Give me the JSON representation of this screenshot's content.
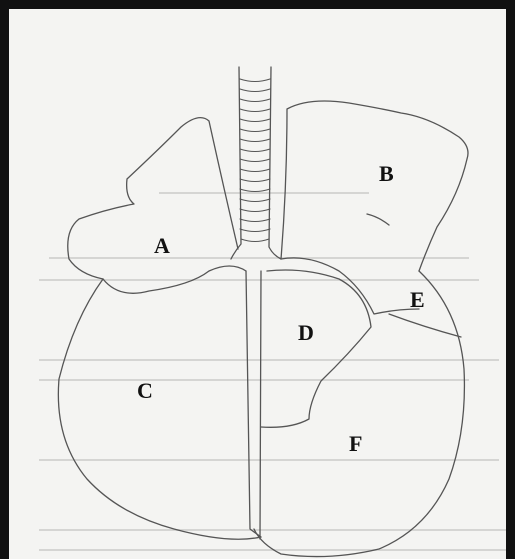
{
  "diagram": {
    "labels": {
      "a": "A",
      "b": "B",
      "c": "C",
      "d": "D",
      "e": "E",
      "f": "F"
    },
    "colors": {
      "border": "#111111",
      "paper": "#f4f4f2",
      "ink": "#555555",
      "label": "#111111"
    }
  }
}
